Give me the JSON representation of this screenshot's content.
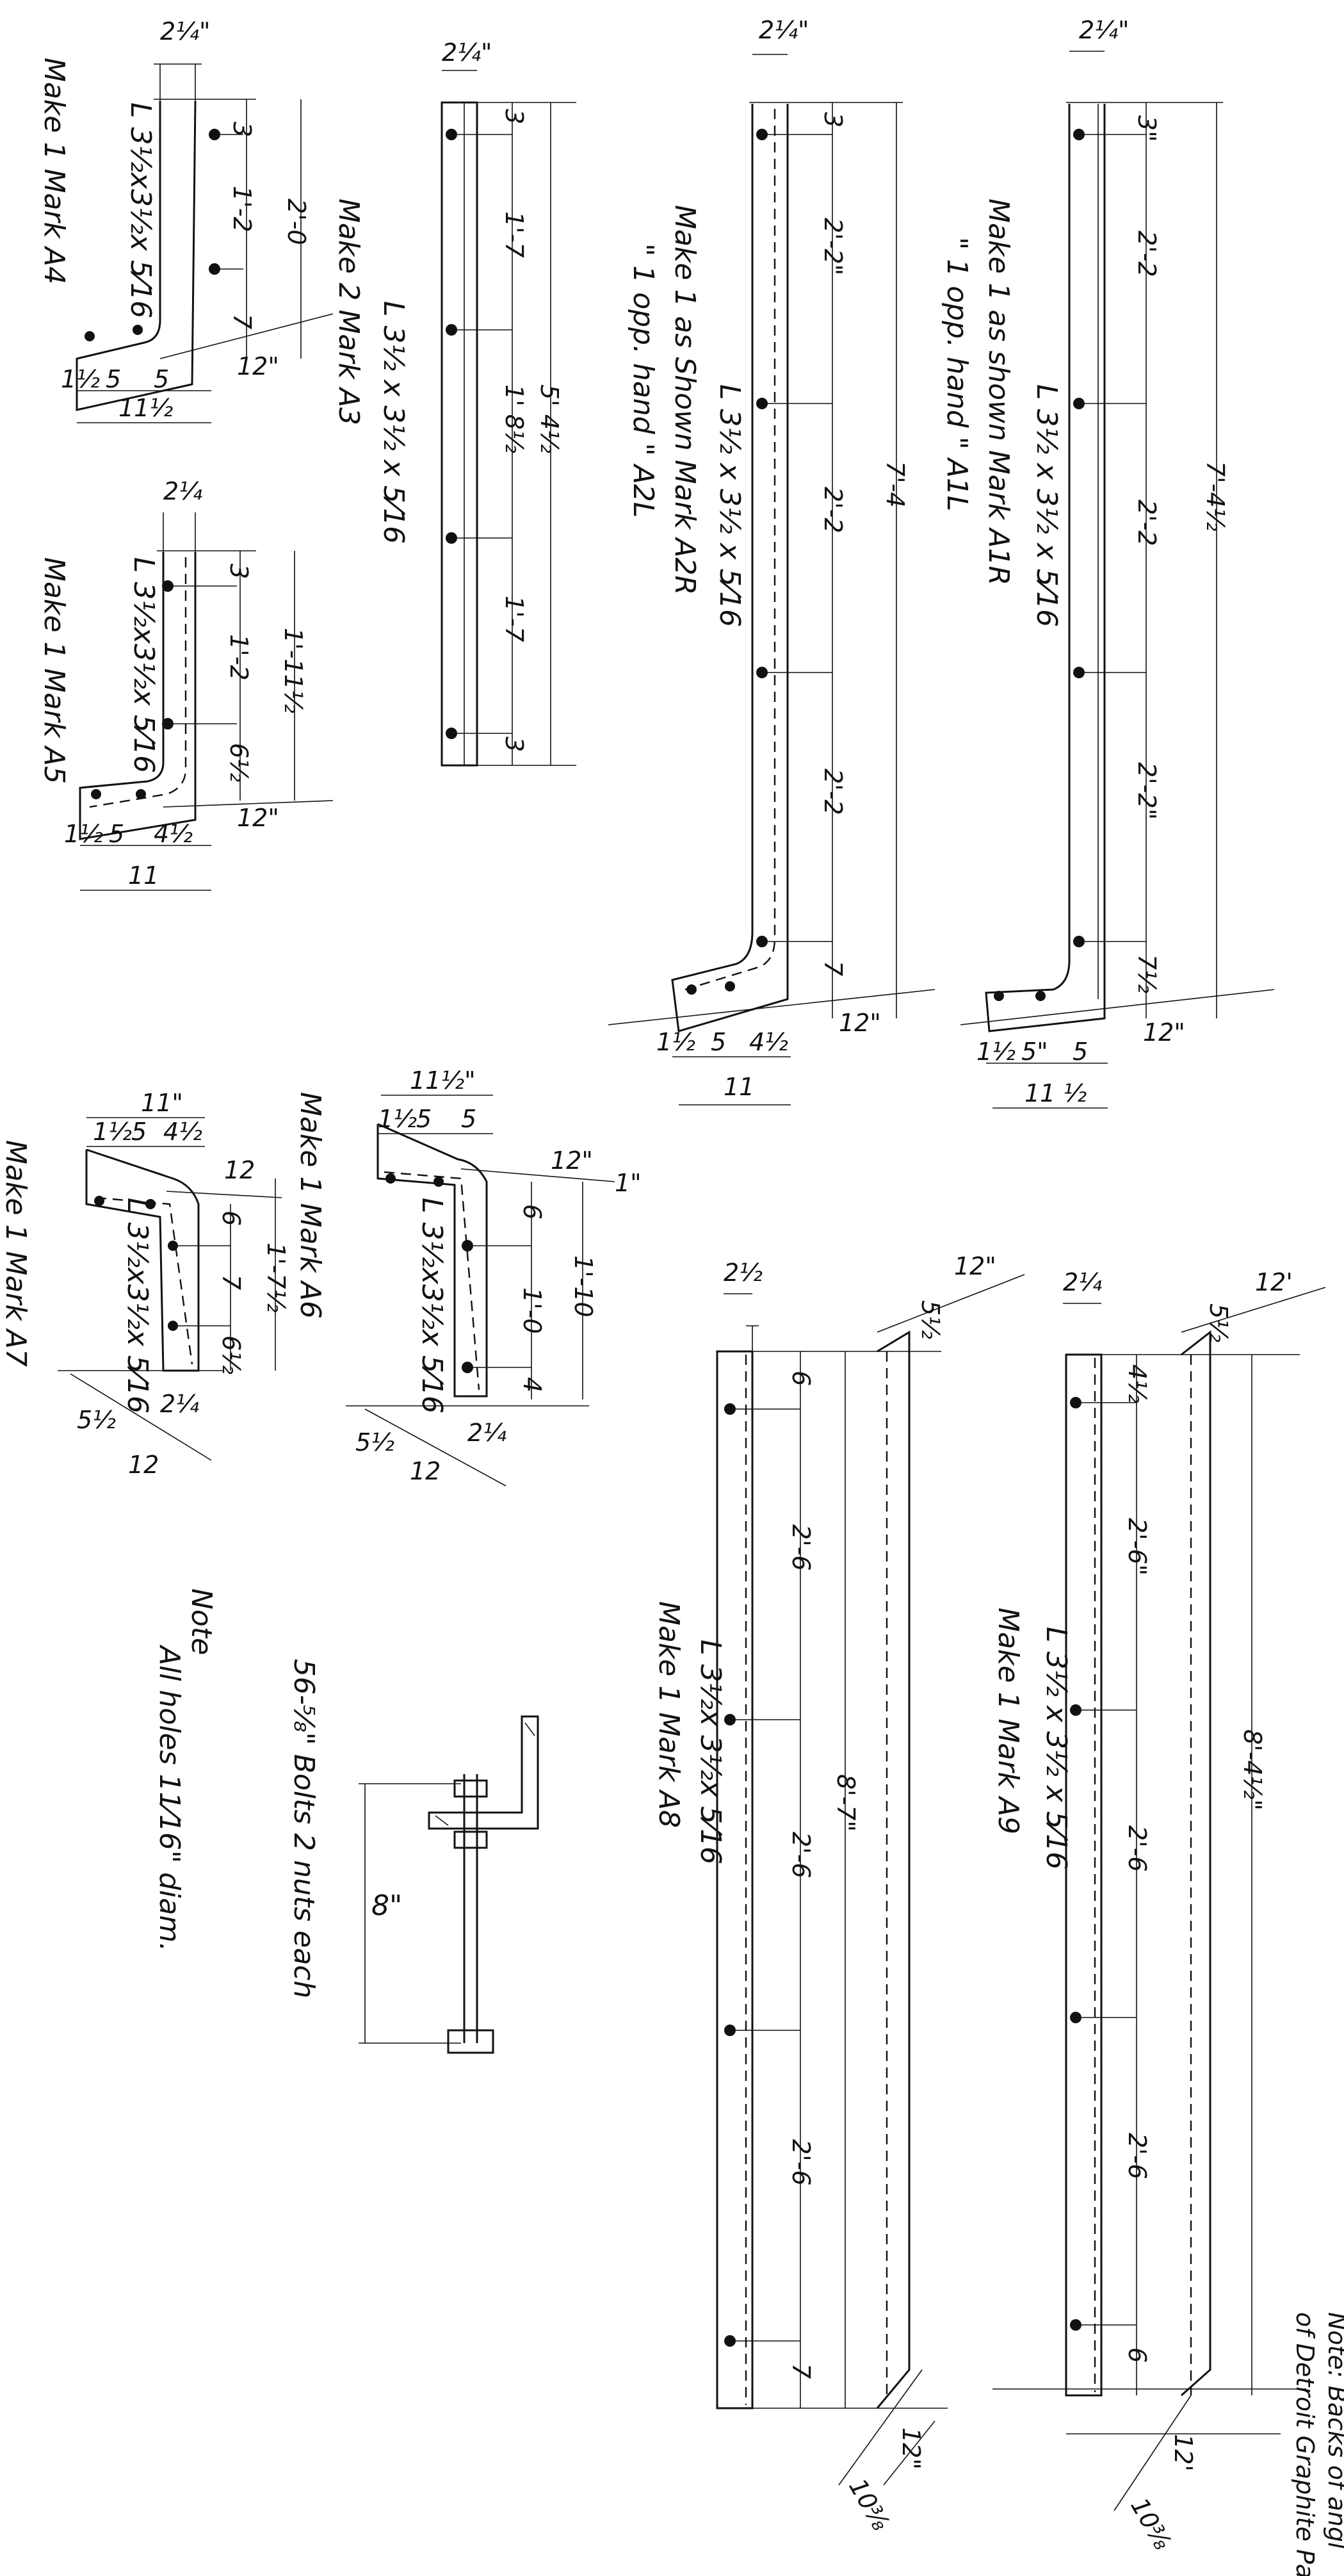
{
  "drawing": {
    "a4": {
      "sec": "2¼\"",
      "angle": "L 3½x3½x 5⁄16",
      "label": "Make 1 Mark A4",
      "d1": "3",
      "d2": "1'-2",
      "d3": "2'-0",
      "d4": "7",
      "slope": "12\"",
      "h1": "1½",
      "h2": "5",
      "h3": "5",
      "h4": "11½"
    },
    "a5": {
      "sec": "2¼",
      "angle": "L 3½x3½x 5⁄16",
      "label": "Make 1 Mark A5",
      "d1": "3",
      "d2": "1'-2",
      "d3": "1'-11½",
      "d4": "6½",
      "slope": "12\"",
      "h1": "1½",
      "h2": "5",
      "h3": "4½",
      "h4": "11"
    },
    "a3": {
      "sec": "2¼\"",
      "angle": "L 3½ x 3½ x 5⁄16",
      "label": "Make 2 Mark A3",
      "d1": "3",
      "d2": "1'-7",
      "d3": "5' 4½",
      "d4": "1' 8½",
      "d5": "1'-7",
      "d6": "3"
    },
    "a2": {
      "sec": "2¼\"",
      "angle": "L 3½ x 3½ x 5⁄16",
      "label": "Make 1 as Shown Mark A2R",
      "label2": "\"  1 opp. hand  \"  A2L",
      "d1": "3",
      "d2": "2'-2\"",
      "d3": "7'-4",
      "d4": "2'-2",
      "d5": "2'-2",
      "d6": "7",
      "slope": "12\"",
      "h1": "1½",
      "h2": "5",
      "h3": "4½",
      "h4": "11"
    },
    "a1": {
      "sec": "2¼\"",
      "angle": "L 3½ x 3½ x 5⁄16",
      "label": "Make 1 as shown Mark A1R",
      "label2": "\"  1 opp. hand  \"  A1L",
      "d1": "3\"",
      "d2": "2'-2",
      "d3": "7'-4½",
      "d4": "2'-2",
      "d5": "2'-2\"",
      "d6": "7½",
      "slope": "12\"",
      "h1": "1½",
      "h2": "5\"",
      "h3": "5",
      "h4": "11 ½"
    },
    "a7": {
      "angle": "L 3½x3½x 5⁄16",
      "label": "Make 1 Mark A7",
      "top": "11\"",
      "h1": "1½",
      "h2": "5",
      "h3": "4½",
      "slope": "12",
      "d1": "6",
      "d2": "7",
      "d3": "1'-7½",
      "d4": "6½",
      "sec": "2¼",
      "base": "5½",
      "run": "12"
    },
    "a6": {
      "angle": "L 3½x3½x 5⁄16",
      "label": "Make 1 Mark A6",
      "top": "11½\"",
      "h1": "1½",
      "h2": "5",
      "h3": "5",
      "slope": "12\"",
      "rise": "1\"",
      "d1": "6",
      "d2": "1'-0",
      "d3": "1'-10",
      "d4": "4",
      "sec": "2¼",
      "base": "5½",
      "run": "12"
    },
    "a8": {
      "sec": "2½",
      "slope": "12\"",
      "rise": "5½",
      "d1": "6",
      "d2": "2'-6",
      "d3": "8'-7\"",
      "d4": "2'-6",
      "d5": "2'-6",
      "d6": "7",
      "bslope": "12\"",
      "bmark": "10⅜",
      "label": "Make 1 Mark A8",
      "angle": "L 3½x 3½x 5⁄16"
    },
    "a9": {
      "sec": "2¼",
      "slope": "12'",
      "rise": "5½",
      "d1": "4½",
      "d2": "2'-6\"",
      "d3": "8'-4½\"",
      "d4": "2'-6",
      "d5": "2'-6",
      "d6": "6",
      "bslope": "12'",
      "bmark": "10⅜",
      "label": "Make 1 Mark A9",
      "angle": "L 3½ x 3½ x 5⁄16"
    },
    "bolt": {
      "qty": "56-⅝\" Bolts  2 nuts each",
      "len": "8\""
    },
    "note1": {
      "title": "Note",
      "text": "All holes 11⁄16\" diam."
    },
    "note2": {
      "l1": "Note: Backs of angl",
      "l2": "of Detroit Graphite Pa"
    }
  }
}
